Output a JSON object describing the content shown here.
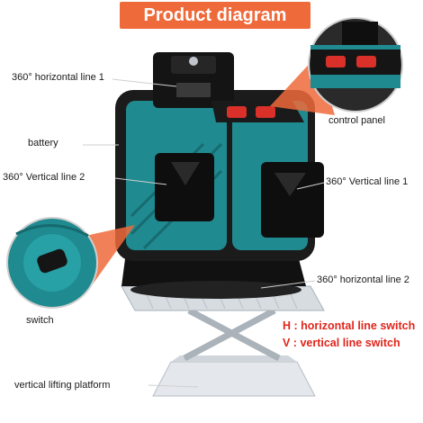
{
  "title": "Product diagram",
  "labels": {
    "horizontal_line_1": "360° horizontal line 1",
    "control_panel": "control panel",
    "battery": "battery",
    "vertical_line_2": "360° Vertical line 2",
    "vertical_line_1": "360° Vertical line 1",
    "horizontal_line_2": "360° horizontal line 2",
    "switch": "switch",
    "lifting_platform": "vertical lifting platform"
  },
  "legend": {
    "h": "H : horizontal line switch",
    "v": "V : vertical line switch"
  },
  "icons": [
    "laser-level-device",
    "control-panel-zoom",
    "switch-zoom",
    "lifting-platform"
  ],
  "colors": {
    "accent": "#ee6a3b",
    "teal": "#1f8a8f",
    "body": "#1b1b1b",
    "button": "#d9302a",
    "legend": "#e0251b"
  }
}
